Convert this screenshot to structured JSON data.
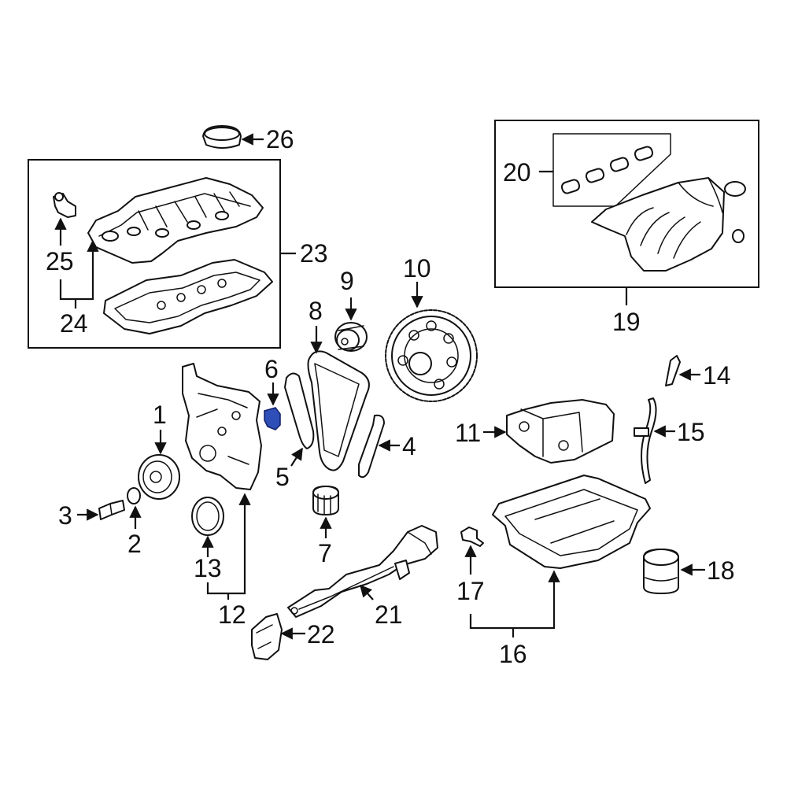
{
  "colors": {
    "line": "#111111",
    "background": "#ffffff",
    "highlight_part": "#2f4fb8"
  },
  "highlighted_part": "6",
  "callouts": {
    "c1": "1",
    "c2": "2",
    "c3": "3",
    "c4": "4",
    "c5": "5",
    "c6": "6",
    "c7": "7",
    "c8": "8",
    "c9": "9",
    "c10": "10",
    "c11": "11",
    "c12": "12",
    "c13": "13",
    "c14": "14",
    "c15": "15",
    "c16": "16",
    "c17": "17",
    "c18": "18",
    "c19": "19",
    "c20": "20",
    "c21": "21",
    "c22": "22",
    "c23": "23",
    "c24": "24",
    "c25": "25",
    "c26": "26"
  }
}
